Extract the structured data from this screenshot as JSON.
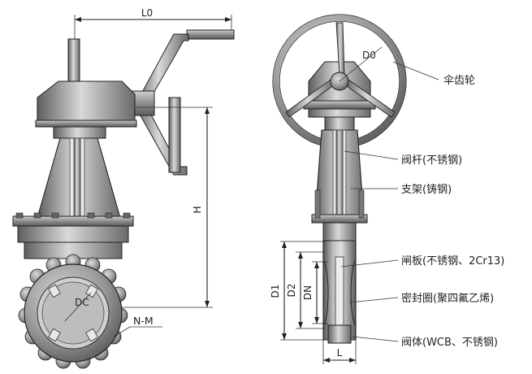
{
  "dimensions": {
    "l0": "L0",
    "h": "H",
    "dc": "DC",
    "nm": "N-M",
    "d0": "D0",
    "d1": "D1",
    "d2": "D2",
    "dn": "DN",
    "l": "L"
  },
  "parts": {
    "bevel_gear": "伞齿轮",
    "stem": "阀杆(不锈钢)",
    "bracket": "支架(铸钢)",
    "gate": "闸板(不锈钢、2Cr13)",
    "seal_ring": "密封圈(聚四氟乙烯)",
    "body": "阀体(WCB、不锈钢)"
  },
  "colors": {
    "metal_dark": "#6f6f6f",
    "metal_mid": "#9b9b9b",
    "metal_light": "#d4d4d4",
    "line": "#222222"
  }
}
